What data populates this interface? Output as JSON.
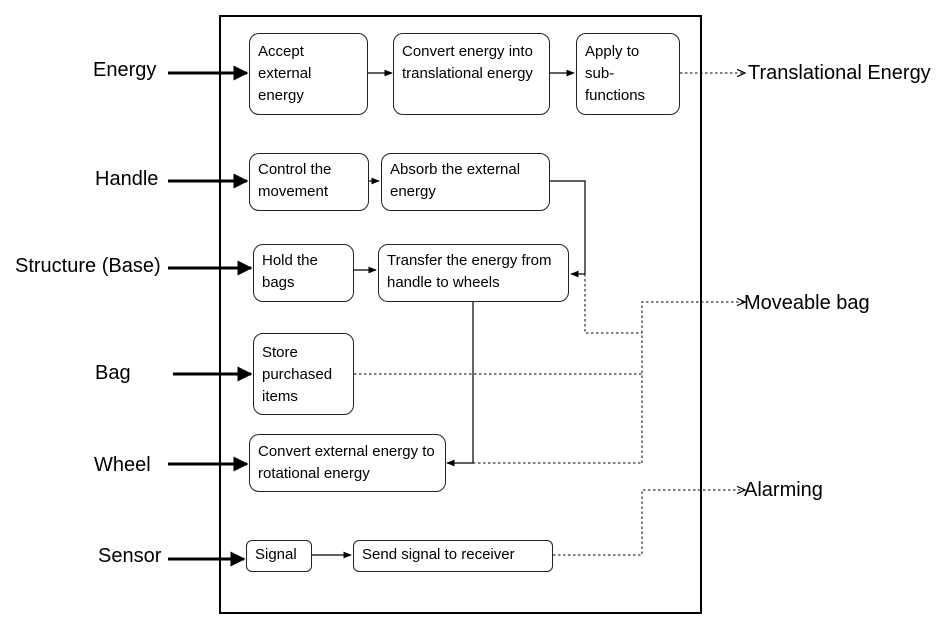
{
  "inputs": {
    "energy": "Energy",
    "handle": "Handle",
    "structure": "Structure (Base)",
    "bag": "Bag",
    "wheel": "Wheel",
    "sensor": "Sensor"
  },
  "outputs": {
    "translational": "Translational Energy",
    "moveable": "Moveable bag",
    "alarming": "Alarming"
  },
  "functions": {
    "accept": "Accept external energy",
    "convert_translational": "Convert energy into translational energy",
    "apply": "Apply to sub- functions",
    "control": "Control the movement",
    "absorb": "Absorb the external energy",
    "hold": "Hold the bags",
    "transfer": "Transfer the energy from handle to wheels",
    "store": "Store purchased items",
    "convert_rotational": "Convert external energy to rotational energy",
    "signal": "Signal",
    "send": "Send signal to receiver"
  }
}
